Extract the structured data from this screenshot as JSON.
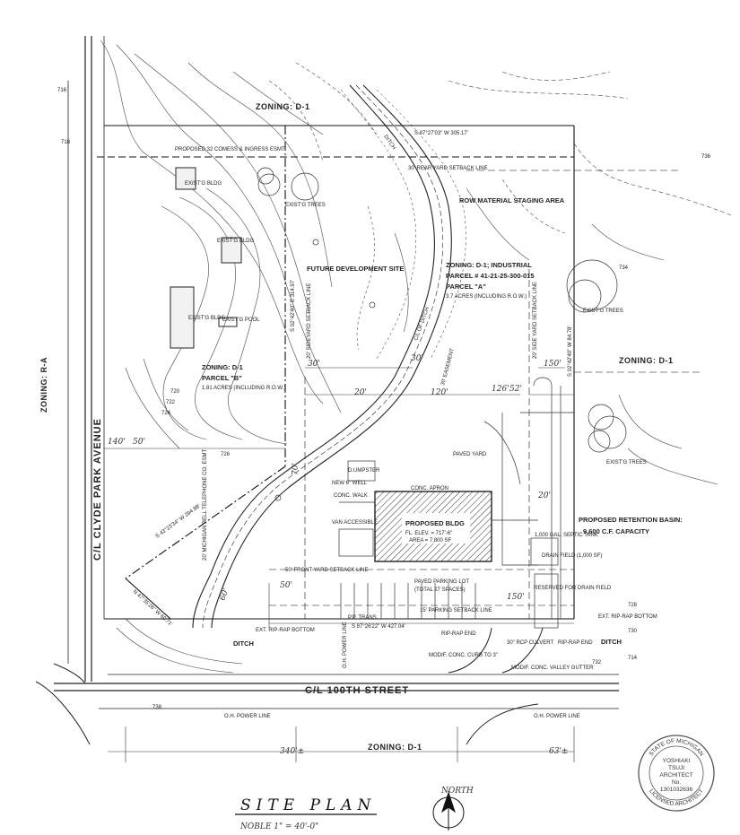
{
  "sheet": {
    "title": "SITE PLAN",
    "scale": "NOBLE 1\" = 40'-0\"",
    "north": "NORTH"
  },
  "streets": {
    "clyde_park": "C/L CLYDE PARK AVENUE",
    "street_100th": "C/L 100TH STREET"
  },
  "zoning": {
    "top": "ZONING: D-1",
    "left": "ZONING: R-A",
    "right": "ZONING: D-1",
    "bottom": "ZONING: D-1"
  },
  "labels": {
    "proposed_easement": "PROPOSED 32 COMESS & INGRESS ESMT",
    "rear_setback": "30' REAR YARD SETBACK LINE",
    "staging": "ROW MATERIAL STAGING AREA",
    "future_dev": "FUTURE DEVELOPMENT SITE",
    "zoning_d1_industrial": "ZONING: D-1; INDUSTRIAL",
    "parcel_number": "PARCEL # 41-21-25-300-015",
    "parcel_a": "PARCEL \"A\"",
    "parcel_a_acres": "3.7 ACRES (INCLUDING R.O.W.)",
    "zoning_parcel_b": "ZONING: D-1",
    "parcel_b": "PARCEL \"B\"",
    "parcel_b_acres": "1.81 ACRES (INCLUDING R.O.W.)",
    "existing_bldg_1": "EXIST'G BLDG",
    "existing_bldg_2": "EXIST'G BLDG",
    "existing_bldg_3": "EXIST'G BLDG",
    "existing_pool": "EXIST'G POOL",
    "existing_trees_1": "EXIST'G TREES",
    "existing_trees_2": "EXIST'G TREES",
    "existing_trees_3": "EXIST'G TREES",
    "ditch_top": "DITCH",
    "centerline_ditch": "C/L OF DITCH",
    "easement": "30' EASEMENT",
    "dumpster": "D.UMPSTER",
    "new_well": "NEW 6\" WELL",
    "conc_walk": "CONC. WALK",
    "conc_apron": "CONC. APRON",
    "paved_yard": "PAVED YARD",
    "proposed_bldg": "PROPOSED BLDG",
    "fl_elev": "FL. ELEV. = 717'-6\"",
    "area": "AREA = 7,800 SF",
    "van_accessible": "VAN ACCESSIBLE",
    "front_setback": "50' FRONT YARD SETBACK LINE",
    "paved_parking": "PAVED PARKING LOT",
    "parking_total": "(TOTAL 27 SPACES)",
    "parking_setback": "15' PARKING SETBACK LINE",
    "telephone_esmt": "20' MICHIGAN BELL TELEPHONE CO. ESMT",
    "retention_basin": "PROPOSED RETENTION BASIN:",
    "retention_capacity": "9,600 C.F. CAPACITY",
    "septic_tank": "1,000 GAL. SEPTIC TANK",
    "drain_field": "DRAIN FIELD (1,000 SF)",
    "reserved_drain": "RESERVED FOR DRAIN FIELD",
    "rip_rap_1": "EXT. RIP-RAP BOTTOM",
    "rip_rap_2": "EXT. RIP-RAP BOTTOM",
    "rip_rap_end_1": "RIP-RAP END",
    "rip_rap_end_2": "RIP-RAP END",
    "rcp_culvert": "30\" RCP CULVERT",
    "ditch_left": "DITCH",
    "ditch_right": "DITCH",
    "conc_curb": "MODIF. CONC. CURB TO 3\"",
    "valley_gutter": "MODIF. CONC. VALLEY GUTTER",
    "pp_trans": "P.P. TRANS.",
    "power_line_1": "O.H. POWER LINE",
    "power_line_2": "O.H. POWER LINE",
    "power_line_vert": "O.H. POWER LINE",
    "sideyard_setback": "20' SIDEYARD SETBACK LINE",
    "side_setback_right": "20' SIDE YARD SETBACK LINE"
  },
  "bearings": {
    "north_line": "S 87°27'03\" W 305.17'",
    "west_line": "S 02°42'40\" E 314.97'",
    "east_line": "S 02°42'40\" W 84.78'",
    "south_line": "S 87°26'22\" W 427.04'",
    "diagonal_1": "S 43°23'34\" W 294.88'",
    "diagonal_2": "N 47°35'26\" W 60.71'"
  },
  "dimensions": {
    "d1": "140'",
    "d2": "50'",
    "d3": "30'",
    "d4": "20'",
    "d5": "120'",
    "d6": "30'",
    "d7": "126'",
    "d8": "52'",
    "d9": "70'",
    "d10": "60'",
    "d11": "20'",
    "d12": "150'",
    "d13": "150'",
    "d14": "50'",
    "bottom_left": "340'±",
    "bottom_right": "63'±"
  },
  "elevations": [
    "716",
    "718",
    "720",
    "722",
    "724",
    "726",
    "728",
    "730",
    "732",
    "734",
    "736",
    "738",
    "714"
  ],
  "seal": {
    "state": "STATE OF MICHIGAN",
    "name_1": "YOSHIAKI",
    "name_2": "TSUJI",
    "profession": "ARCHITECT",
    "no_label": "No.",
    "number": "1301032636",
    "licensed": "LICENSED ARCHITECT"
  }
}
